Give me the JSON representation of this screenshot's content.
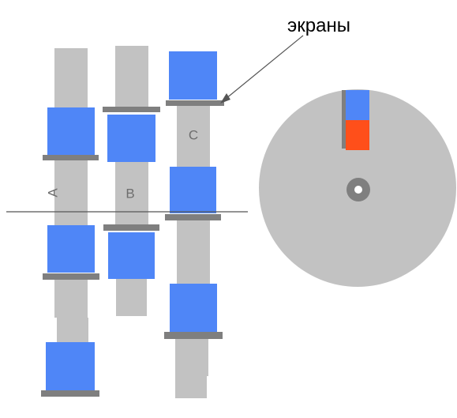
{
  "labels": {
    "screens": "экраны",
    "column_a": "A",
    "column_b": "B",
    "column_c": "C"
  },
  "colors": {
    "shaft": "#c2c2c2",
    "disk": "#c2c2c2",
    "blue_block": "#4f86f7",
    "screen": "#7f7f7f",
    "red_block": "#ff4f1a",
    "label": "#6e6e6e",
    "line": "#555555",
    "hub": "#7f7f7f"
  }
}
